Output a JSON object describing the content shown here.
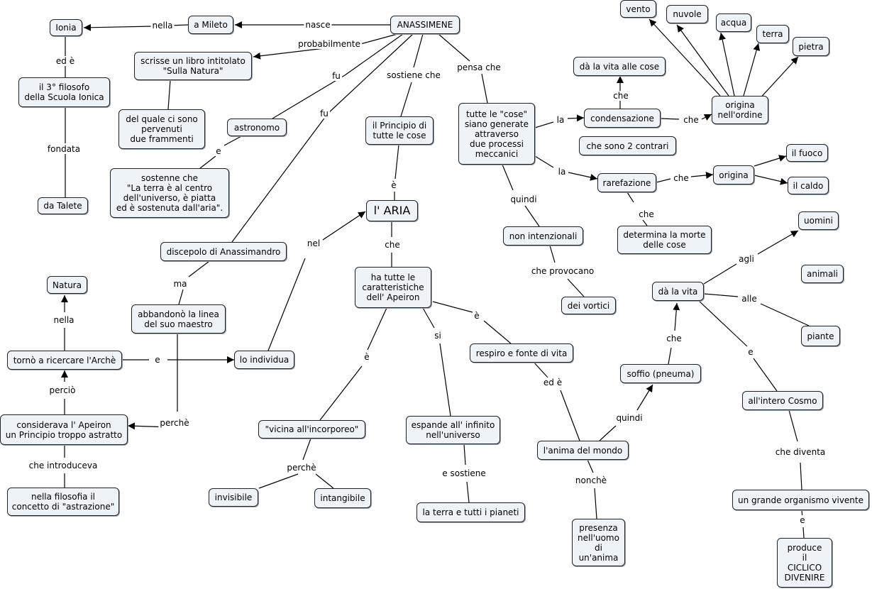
{
  "concepts": {
    "anassimene": "ANASSIMENE",
    "mileto": "a Mileto",
    "ionia": "Ionia",
    "libro": "scrisse un libro intitolato\n\"Sulla Natura\"",
    "filosofo": "il 3° filosofo\ndella Scuola Ionica",
    "frammenti": "del quale ci sono\npervenuti\ndue frammenti",
    "astronomo": "astronomo",
    "terra_piatta": "sostenne che\n\"La terra è al centro\ndell'universo, è piatta\ned è sostenuta dall'aria\".",
    "talete": "da Talete",
    "discepolo": "discepolo di Anassimandro",
    "abbandono": "abbandonò la linea\ndel suo maestro",
    "natura": "Natura",
    "arche": "tornò a ricercare l'Archè",
    "individua": "lo individua",
    "apeiron_astratto": "considerava l' Apeiron\nun Principio troppo astratto",
    "astrazione": "nella filosofia il\nconcetto di \"astrazione\"",
    "principio": "il Principio di\ntutte le cose",
    "aria": "l' ARIA",
    "caratteristiche": "ha tutte le\ncaratteristiche\ndell' Apeiron",
    "incorporeo": "\"vicina all'incorporeo\"",
    "invisibile": "invisibile",
    "intangibile": "intangibile",
    "espande": "espande all' infinito\nnell'universo",
    "pianeti": "la terra e tutti i pianeti",
    "respiro": "respiro e fonte di vita",
    "anima_mondo": "l'anima del mondo",
    "presenza": "presenza\nnell'uomo\ndi\nun'anima",
    "soffio": "soffio (pneuma)",
    "da_la_vita": "dà la vita",
    "uomini": "uomini",
    "animali": "animali",
    "piante": "piante",
    "cosmo": "all'intero Cosmo",
    "organismo": "un grande organismo vivente",
    "ciclico": "produce\nil\nCICLICO\nDIVENIRE",
    "cose": "tutte le \"cose\"\nsiano generate\nattraverso\ndue processi\nmeccanici",
    "non_intenz": "non intenzionali",
    "vortici": "dei vortici",
    "condensazione": "condensazione",
    "vita_cose": "dà la vita alle cose",
    "contrari": "che sono 2 contrari",
    "rarefazione": "rarefazione",
    "morte": "determina la morte\ndelle cose",
    "origina_ordine": "origina\nnell'ordine",
    "vento": "vento",
    "nuvole": "nuvole",
    "acqua": "acqua",
    "terra": "terra",
    "pietra": "pietra",
    "origina": "origina",
    "fuoco": "il fuoco",
    "caldo": "il caldo"
  },
  "links": {
    "nasce": "nasce",
    "nella": "nella",
    "probabilmente": "probabilmente",
    "ed_e": "ed è",
    "fondata": "fondata",
    "fu1": "fu",
    "fu2": "fu",
    "e1": "e",
    "sostiene": "sostiene che",
    "pensa": "pensa che",
    "e2": "è",
    "che1": "che",
    "nel": "nel",
    "ma": "ma",
    "nella2": "nella",
    "e3": "e",
    "percio": "perciò",
    "perche1": "perchè",
    "introduceva": "che introduceva",
    "e4": "è",
    "si": "si",
    "e5": "è",
    "perche2": "perchè",
    "e_sostiene": "e sostiene",
    "ed_e2": "ed è",
    "nonche": "nonchè",
    "quindi1": "quindi",
    "che2": "che",
    "agli": "agli",
    "alle": "alle",
    "e6": "e",
    "che_diventa": "che diventa",
    "e7": "e",
    "la1": "la",
    "la2": "la",
    "quindi2": "quindi",
    "che_provocano": "che provocano",
    "che3": "che",
    "che4": "che",
    "che5": "che",
    "che6": "che"
  }
}
